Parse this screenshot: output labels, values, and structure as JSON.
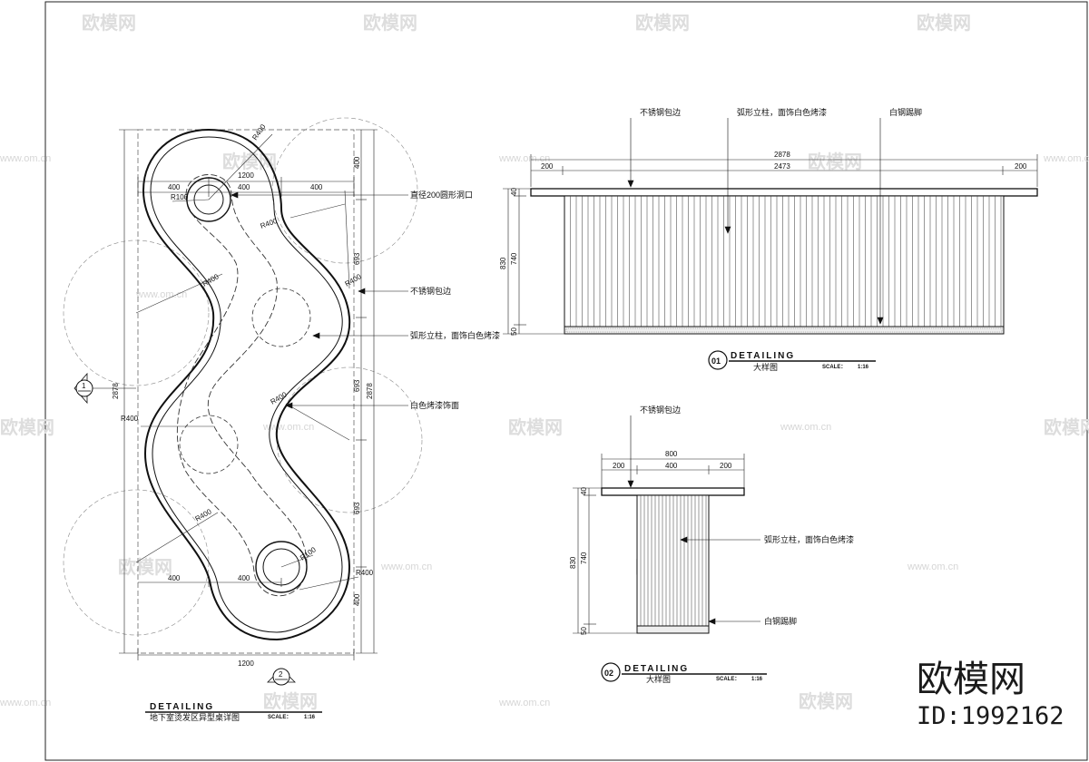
{
  "plan": {
    "dims": {
      "r400": "R400",
      "r100": "R100",
      "w1200": "1200",
      "w400": "400",
      "h400": "400",
      "h693": "693",
      "h2878": "2878"
    },
    "labels": {
      "hole": "直径200圆形洞口",
      "stainless_edge": "不锈钢包边",
      "column": "弧形立柱，面饰白色烤漆",
      "white_top": "白色烤漆饰面"
    },
    "section_marks": {
      "s1": "1",
      "s2": "2"
    },
    "title": {
      "main": "DETAILING",
      "sub": "地下室烫发区异型桌详图",
      "scale_label": "SCALE：",
      "scale_value": "1:16"
    }
  },
  "elev1": {
    "dims": {
      "top_total": "2878",
      "inner": "2473",
      "left": "200",
      "right": "200",
      "h830": "830",
      "h740": "740",
      "h40": "40",
      "h50": "50"
    },
    "labels": {
      "stainless_edge": "不锈钢包边",
      "column": "弧形立柱，面饰白色烤漆",
      "kick": "白钢踢脚"
    },
    "title": {
      "num": "01",
      "main": "DETAILING",
      "sub": "大样图",
      "scale_label": "SCALE：",
      "scale_value": "1:16"
    }
  },
  "elev2": {
    "dims": {
      "total": "800",
      "left": "200",
      "mid": "400",
      "right": "200",
      "h830": "830",
      "h740": "740",
      "h40": "40",
      "h50": "50"
    },
    "labels": {
      "stainless_edge": "不锈钢包边",
      "column": "弧形立柱，面饰白色烤漆",
      "kick": "白钢踢脚"
    },
    "title": {
      "num": "02",
      "main": "DETAILING",
      "sub": "大样图",
      "scale_label": "SCALE：",
      "scale_value": "1:16"
    }
  },
  "watermark": {
    "brand": "欧模网",
    "site": "www.om.cn",
    "id": "ID:1992162"
  }
}
